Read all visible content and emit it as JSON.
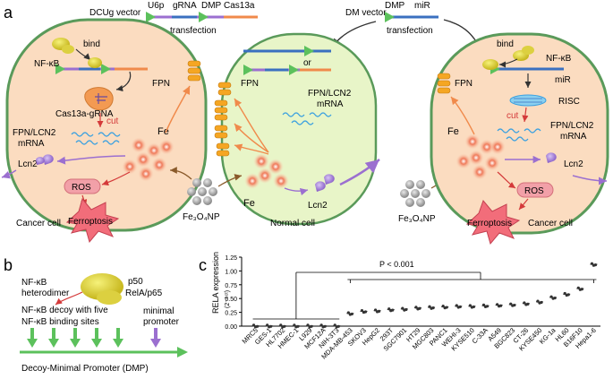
{
  "panels": {
    "a": "a",
    "b": "b",
    "c": "c"
  },
  "panel_a": {
    "left_vector": {
      "title": "DCUg vector",
      "u6p": "U6p",
      "grna": "gRNA",
      "dmp": "DMP",
      "cas13a": "Cas13a",
      "transfection": "transfection"
    },
    "right_vector": {
      "title": "DM vector",
      "dmp": "DMP",
      "mir": "miR",
      "transfection": "transfection"
    },
    "left_cell": {
      "bind": "bind",
      "nfkb": "NF-κB",
      "cas_grna": "Cas13a-gRNA",
      "cut": "cut",
      "fpn_mrna": "FPN/LCN2\nmRNA",
      "fpn": "FPN",
      "fe": "Fe",
      "lcn2": "Lcn2",
      "ros": "ROS",
      "ferroptosis": "Ferroptosis",
      "cell_name": "Cancer cell"
    },
    "normal_cell": {
      "or": "or",
      "fpn": "FPN",
      "fpn_mrna": "FPN/LCN2\nmRNA",
      "fe": "Fe",
      "lcn2": "Lcn2",
      "cell_name": "Normal cell"
    },
    "right_cell": {
      "bind": "bind",
      "nfkb": "NF-κB",
      "mir": "miR",
      "risc": "RISC",
      "cut": "cut",
      "fpn_mrna": "FPN/LCN2\nmRNA",
      "fpn": "FPN",
      "fe": "Fe",
      "lcn2": "Lcn2",
      "ros": "ROS",
      "ferroptosis": "Ferroptosis",
      "cell_name": "Cancer cell"
    },
    "np_left": "Fe₃O₄NP",
    "np_right": "Fe₃O₄NP"
  },
  "panel_b": {
    "heterodimer": "NF-κB\nheterodimer",
    "p50": "p50",
    "relap65": "RelA/p65",
    "decoy": "NF-κB decoy with five",
    "binding_sites": "NF-κB binding sites",
    "minimal_promoter": "minimal\npromoter",
    "dmp_label": "Decoy-Minimal Promoter (DMP)"
  },
  "colors": {
    "cancer_cell_fill": "#fbdcc0",
    "normal_cell_fill": "#e8f5c8",
    "cell_border": "#5a9a5a",
    "green_arrow": "#5cc15c",
    "purple": "#9b6fd0",
    "orange_arrow": "#f08a4b",
    "ros_fill": "#f2a0a8",
    "ferroptosis_fill": "#f26d7a",
    "fpn_orange": "#f5a623",
    "mrna_blue": "#3aa0e0",
    "nfkb_yellow": "#e8e030"
  },
  "chart_data": {
    "type": "scatter",
    "title": "",
    "ylabel": "RELA  expression\n(2^-ΔCt)",
    "ylim": [
      0,
      1.25
    ],
    "yticks": [
      "0.00",
      "0.25",
      "0.50",
      "0.75",
      "1.00",
      "1.25"
    ],
    "annotation": "P < 0.001",
    "categories": [
      "MRC5",
      "GES-1",
      "HL7702",
      "HMEC-1",
      "L929",
      "MCF12A",
      "NIH-3T3",
      "MDA-MB-453",
      "SKOV3",
      "HepG2",
      "293T",
      "SGC7901",
      "HT29",
      "MGC803",
      "PANC1",
      "WEHI-3",
      "KYSE510",
      "C-33A",
      "A549",
      "BGC823",
      "CT-26",
      "KYSE450",
      "KG-1a",
      "HL60",
      "B16F10",
      "Hepa1-6"
    ],
    "values": [
      0.005,
      0.005,
      0.005,
      0.005,
      0.005,
      0.005,
      0.005,
      0.23,
      0.27,
      0.28,
      0.3,
      0.31,
      0.33,
      0.34,
      0.35,
      0.36,
      0.36,
      0.37,
      0.38,
      0.39,
      0.41,
      0.44,
      0.52,
      0.58,
      0.68,
      1.12
    ]
  }
}
